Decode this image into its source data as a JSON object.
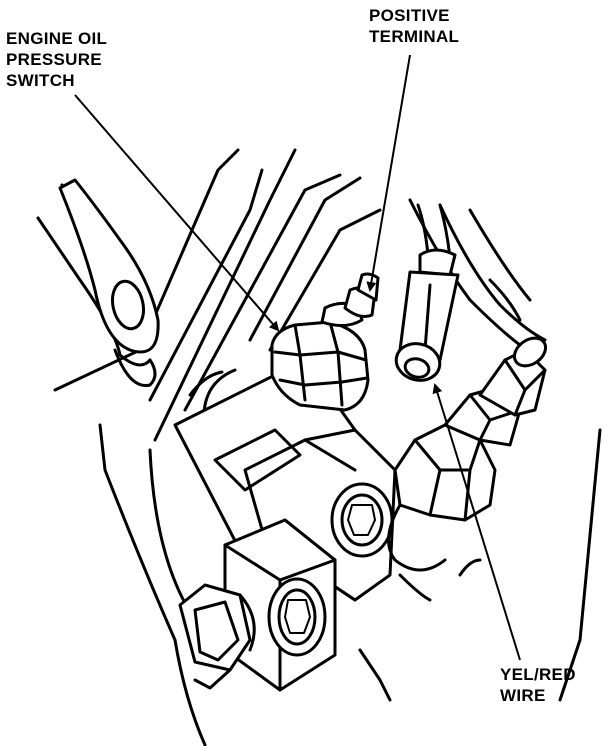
{
  "labels": {
    "oil_switch": [
      "ENGINE OIL",
      "PRESSURE",
      "SWITCH"
    ],
    "positive_terminal": [
      "POSITIVE",
      "TERMINAL"
    ],
    "wire": [
      "YEL/RED",
      "WIRE"
    ]
  },
  "colors": {
    "ink": "#000000",
    "paper": "#ffffff"
  }
}
